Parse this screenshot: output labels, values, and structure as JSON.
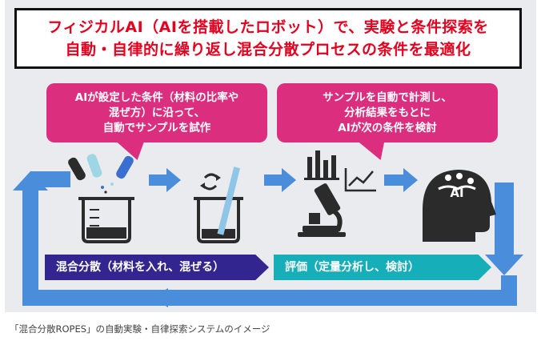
{
  "headline": {
    "line1": "フィジカルAI（AIを搭載したロボット）で、実験と条件探索を",
    "line2": "自動・自律的に繰り返し混合分散プロセスの条件を最適化"
  },
  "bubble_left": {
    "line1": "AIが設定した条件（材料の比率や",
    "line2": "混ぜ方）に沿って、",
    "line3": "自動でサンプルを試作"
  },
  "bubble_right": {
    "line1": "サンプルを自動で計測し、",
    "line2": "分析結果をもとに",
    "line3": "AIが次の条件を検討"
  },
  "band_mix": "混合分散（材料を入れ、混ぜる）",
  "band_eval": "評価（定量分析し、検討）",
  "ai_head_text": "AI",
  "caption": "「混合分散ROPES」の自動実験・自律探索システムのイメージ",
  "colors": {
    "headline_text": "#e4001f",
    "bubble": "#db2e7e",
    "band_mix": "#32258f",
    "band_eval": "#16aeb8",
    "arrow": "#4a8ddb",
    "icon": "#2b2b2b"
  },
  "icons": [
    "test-tubes-icon",
    "beaker-icon",
    "beaker-stir-icon",
    "bar-chart-icon",
    "line-chart-icon",
    "microscope-icon",
    "ai-head-icon"
  ]
}
